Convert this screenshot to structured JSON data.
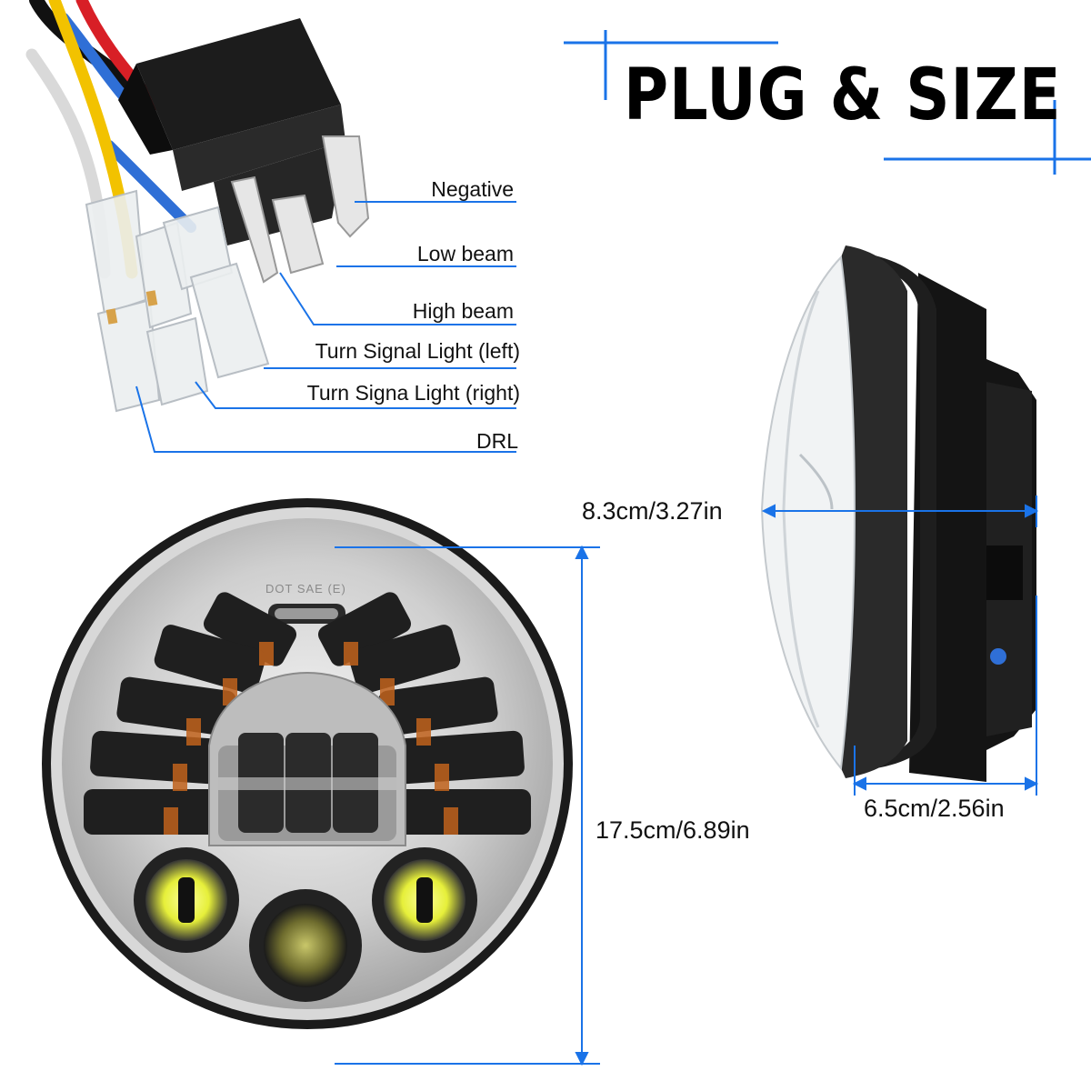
{
  "title": "PLUG & SIZE",
  "wire_labels": [
    {
      "text": "Negative"
    },
    {
      "text": "Low beam"
    },
    {
      "text": "High beam"
    },
    {
      "text": "Turn Signal Light (left)"
    },
    {
      "text": "Turn Signa Light (right)"
    },
    {
      "text": "DRL"
    }
  ],
  "dimensions": {
    "depth_total": "8.3cm/3.27in",
    "diameter": "17.5cm/6.89in",
    "depth_body": "6.5cm/2.56in"
  },
  "lens_marking": "DOT SAE (E)",
  "wire_colors": [
    "#111111",
    "#d81f26",
    "#2f6fd6",
    "#f2c200",
    "#e8e8e8"
  ],
  "accent_color": "#1a73e8"
}
